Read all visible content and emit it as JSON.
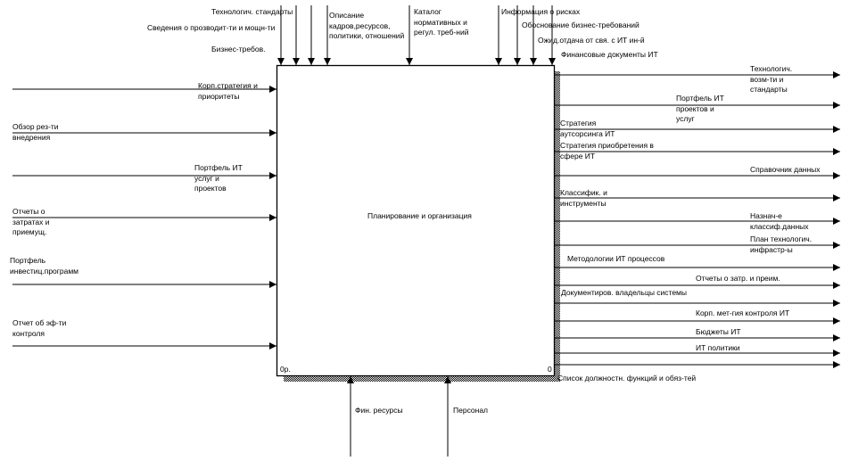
{
  "diagram": {
    "box_title": "Планирование и организация",
    "node_id": "0р.",
    "node_number": "0",
    "controls": [
      "Технологич. стандарты",
      "Сведения о прозводит-ти и мощн-ти",
      "Бизнес-требов.",
      "Описание\nкадров,ресурсов,\nполитики, отношений",
      "Каталог\nнормативных и\nрегул. треб-ний",
      "Информация о рисках",
      "Обоснование бизнес-требований",
      "Ожид.отдача от свя. с ИТ ин-й",
      "Финансовые документы ИТ"
    ],
    "inputs": [
      "Корп.стратегия и\nприоритеты",
      "Обзор рез-ти\nвнедрения",
      "Портфель ИТ\nуслуг и\nпроектов",
      "Отчеты о\nзатратах и\nприемущ.",
      "Портфель\nинвестиц.программ",
      "Отчет об эф-ти\nконтроля"
    ],
    "outputs": [
      "Технологич.\nвозм-ти и\nстандарты",
      "Портфель ИТ\nпроектов и\nуслуг",
      "Стратегия\nаутсорсинга ИТ",
      "Стратегия приобретения в\nсфере ИТ",
      "Справочник данных",
      "Классифик. и\nинструменты",
      "Назнач-е\nклассиф.данных",
      "План технологич.\nинфрастр-ы",
      "Методологии ИТ процессов",
      "Отчеты о затр. и преим.",
      "Документиров. владельцы системы",
      "Корп. мет-гия контроля ИТ",
      "Бюджеты ИТ",
      "ИТ политики",
      "Список должностн. функций и обяз-тей"
    ],
    "mechanisms": [
      "Фин. ресурсы",
      "Персонал"
    ]
  }
}
